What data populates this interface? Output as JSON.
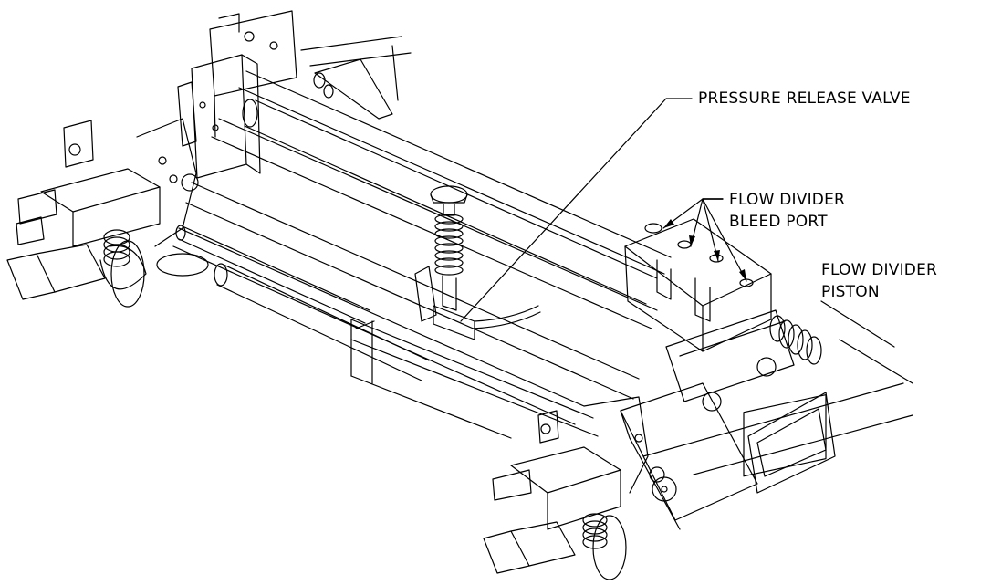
{
  "callouts": {
    "pressure_release_valve": "PRESSURE RELEASE VALVE",
    "flow_divider_bleed_port": [
      "FLOW DIVIDER",
      "BLEED PORT"
    ],
    "flow_divider_piston": [
      "FLOW DIVIDER",
      "PISTON"
    ]
  },
  "colors": {
    "line": "#000000",
    "background": "#ffffff",
    "fill_light": "#f2f2f2",
    "fill_mid": "#d9d9d9"
  }
}
